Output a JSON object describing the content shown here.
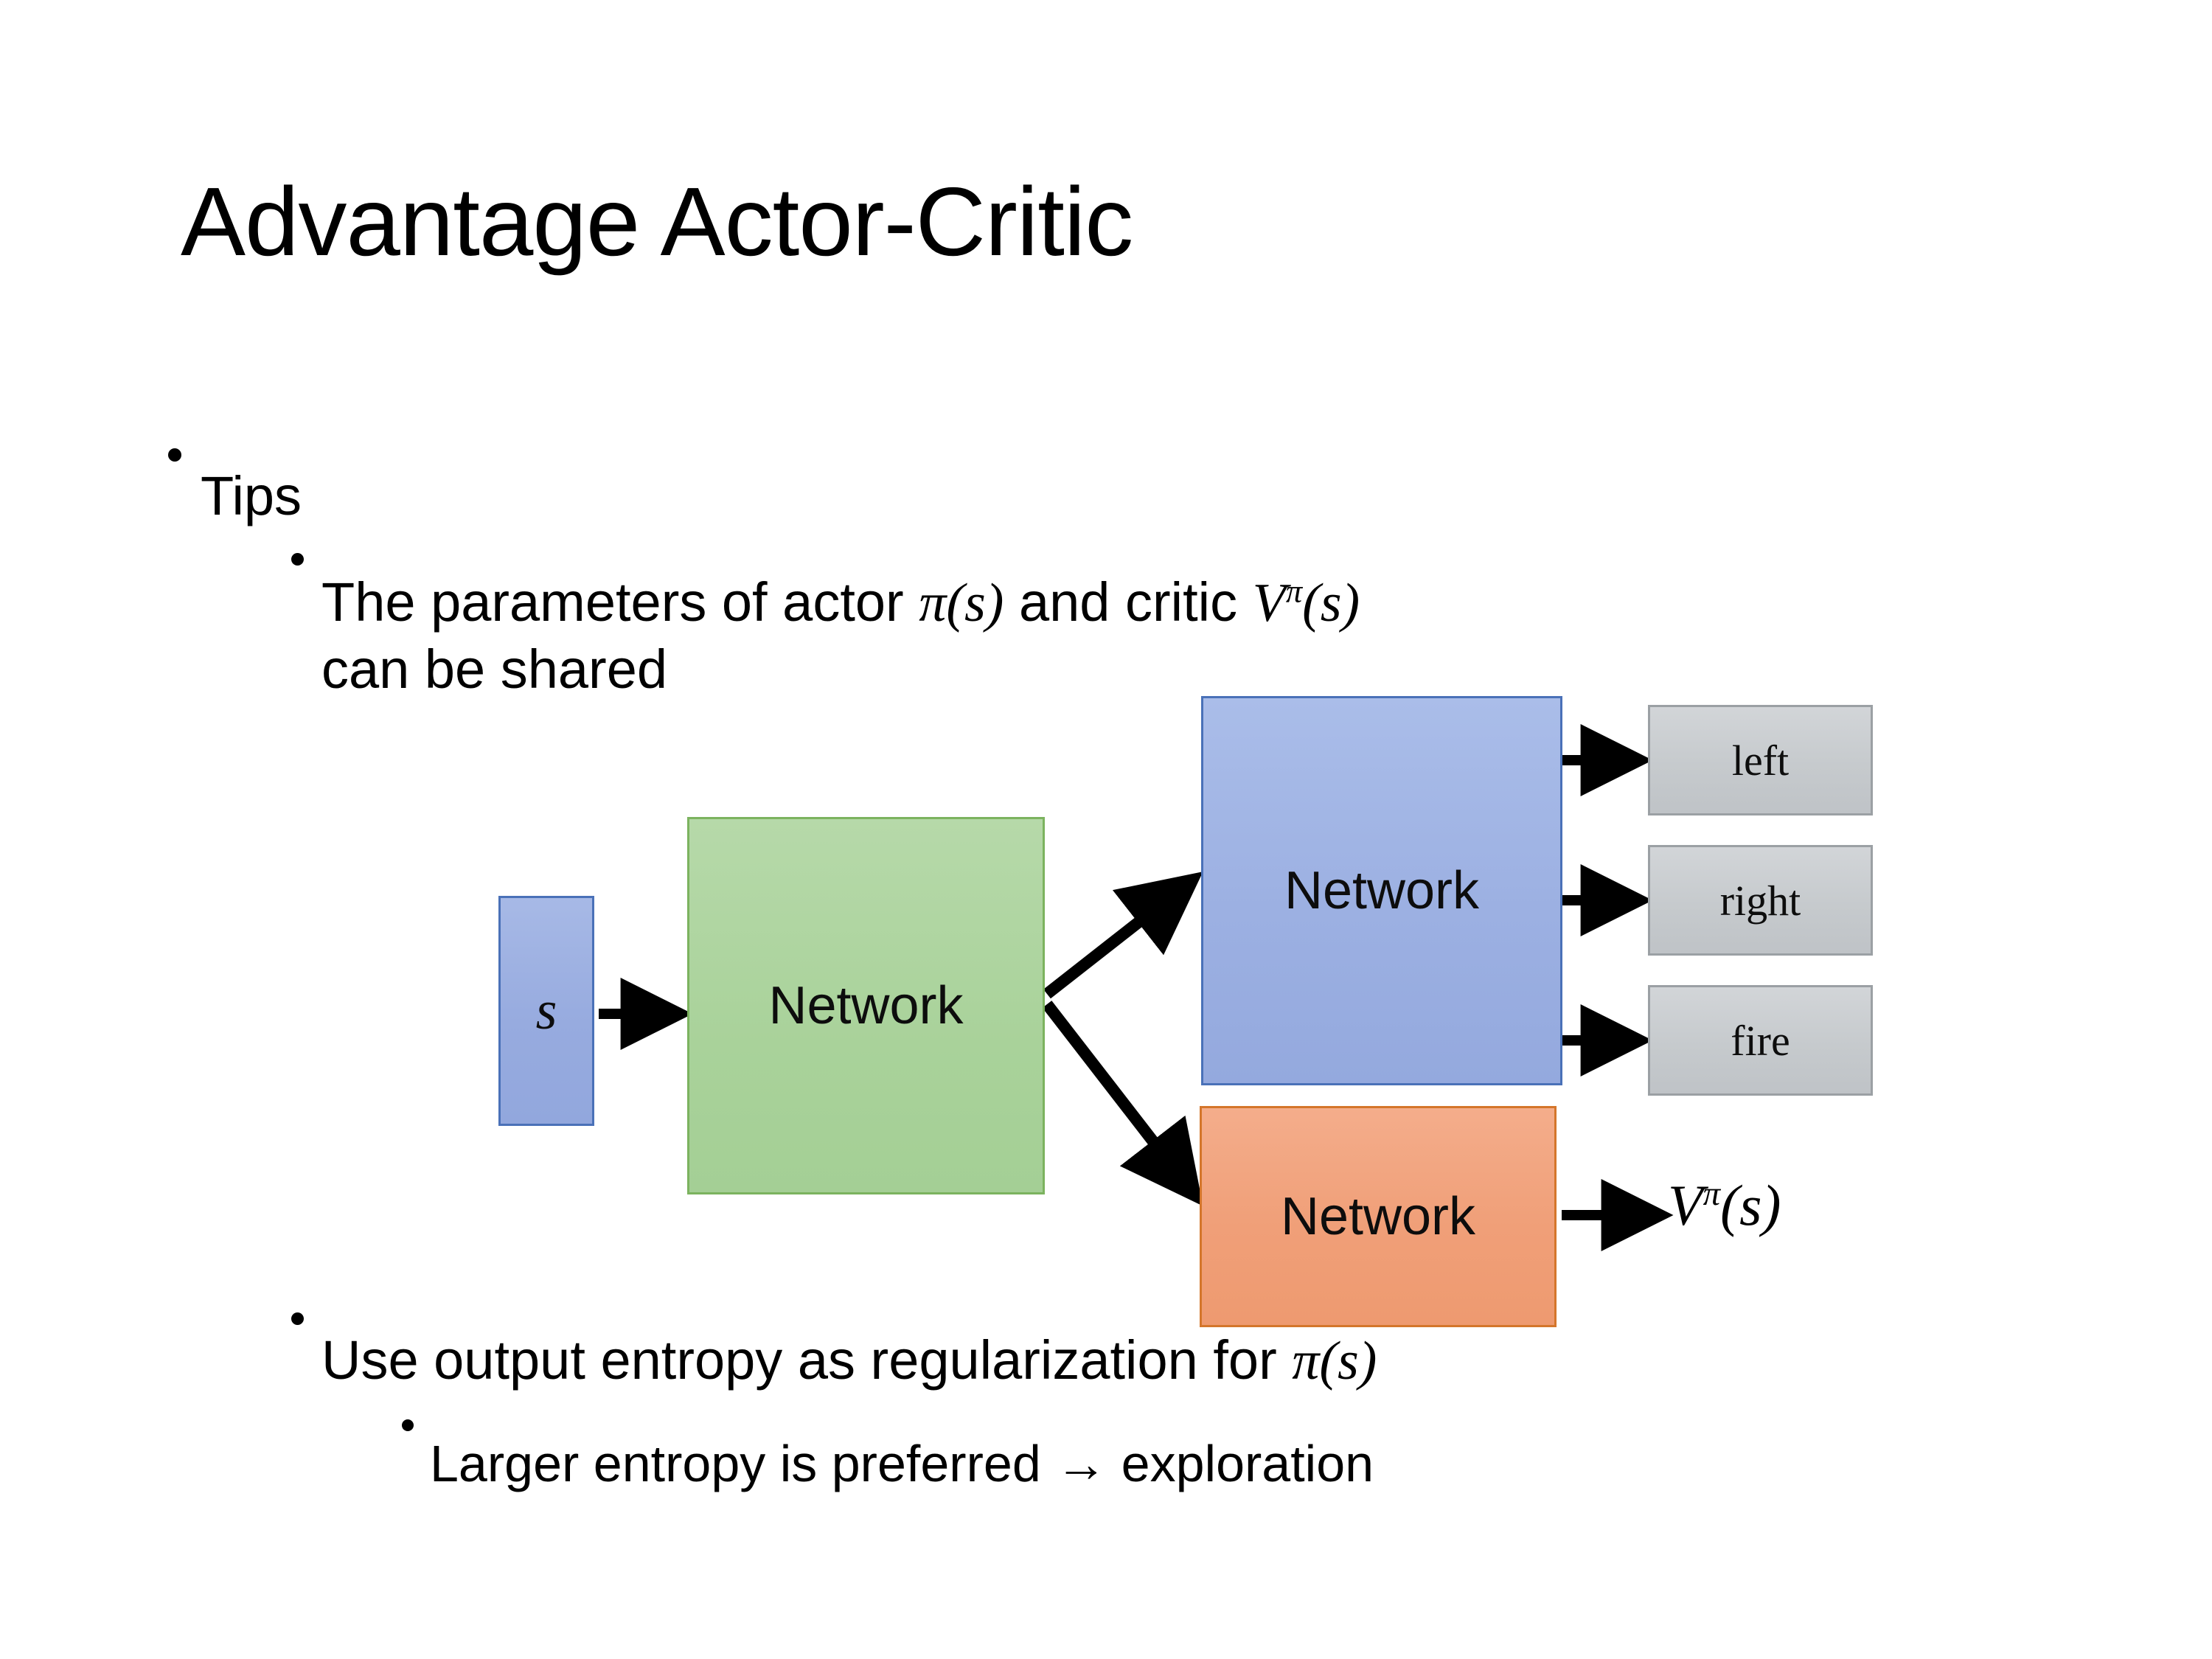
{
  "slide": {
    "title": "Advantage Actor-Critic",
    "background_color": "#ffffff"
  },
  "bullets": {
    "tips": "Tips",
    "params_prefix": "The parameters of actor ",
    "params_actor_math": "π(s)",
    "params_middle": "  and critic ",
    "params_critic_base": "V",
    "params_critic_sup": "π",
    "params_critic_arg": "(s)",
    "params_second_line": "can be shared",
    "entropy_prefix": "Use output entropy as regularization for ",
    "entropy_math": "π(s)",
    "larger": "Larger entropy is preferred → exploration"
  },
  "diagram": {
    "state_label": "s",
    "shared_network_label": "Network",
    "actor_network_label": "Network",
    "critic_network_label": "Network",
    "actions": [
      {
        "label": "left"
      },
      {
        "label": "right"
      },
      {
        "label": "fire"
      }
    ],
    "value_output": {
      "base": "V",
      "sup": "π",
      "arg": "(s)"
    },
    "colors": {
      "state_box": "#97abdf",
      "state_border": "#4a71b8",
      "shared_network": "#a9d29a",
      "shared_border": "#7cb35f",
      "actor_network": "#9cb0e2",
      "actor_border": "#4a71b8",
      "critic_network": "#f09f78",
      "critic_border": "#d4762b",
      "action_box": "#c6cacd",
      "action_border": "#9ba0a4",
      "arrow": "#000000"
    }
  }
}
